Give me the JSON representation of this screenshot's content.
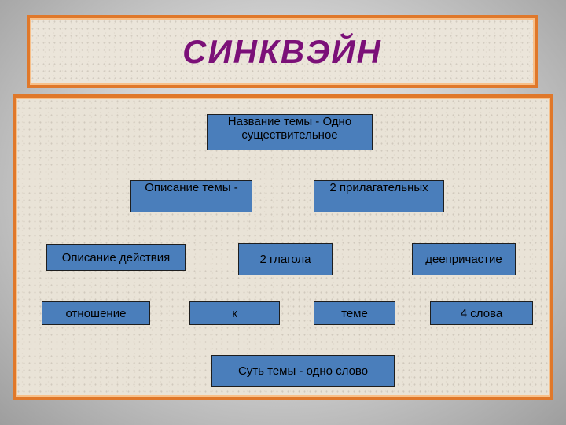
{
  "title": "СИНКВЭЙН",
  "rows": {
    "row1": [
      "Название темы - Одно существительное"
    ],
    "row2": [
      "Описание темы -",
      "2 прилагательных"
    ],
    "row3": [
      "Описание действия",
      "2 глагола",
      "деепричастие"
    ],
    "row4": [
      "отношение",
      "к",
      "теме",
      "4 слова"
    ],
    "row5": [
      "Суть темы - одно слово"
    ]
  },
  "colors": {
    "box_fill": "#4a7ebb",
    "frame": "#e0782a",
    "title_text": "#7b1078"
  }
}
